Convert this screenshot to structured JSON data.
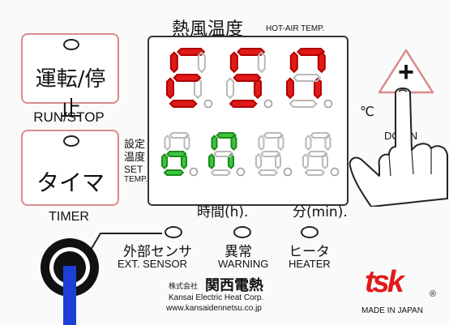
{
  "header": {
    "title_jp": "熱風温度",
    "title_en": "HOT-AIR TEMP."
  },
  "run_stop": {
    "label_jp": "運転/停止",
    "label_en": "RUN/STOP"
  },
  "timer": {
    "label_jp": "タイマ",
    "label_en": "TIMER"
  },
  "set_temp": {
    "label_jp_1": "設定",
    "label_jp_2": "温度",
    "label_en_1": "SET",
    "label_en_2": "TEMP."
  },
  "display": {
    "top_digits": [
      "E",
      "5",
      "n"
    ],
    "bottom_digits": [
      "o",
      "n",
      "",
      ""
    ],
    "unit": "℃",
    "time_label": "時間(h).",
    "minute_label": "分(min)."
  },
  "indicators": {
    "ext_sensor_jp": "外部センサ",
    "ext_sensor_en": "EXT. SENSOR",
    "warning_jp": "異常",
    "warning_en": "WARNING",
    "heater_jp": "ヒータ",
    "heater_en": "HEATER"
  },
  "buttons": {
    "plus": "+",
    "down_label": "DOWN"
  },
  "brand": {
    "company_prefix": "株式会社",
    "company_jp": "関西電熱",
    "company_en": "Kansai Electric Heat Corp.",
    "website": "www.kansaidennetsu.co.jp",
    "made_in": "MADE IN JAPAN",
    "logo_text": "tsk",
    "registered": "®"
  },
  "colors": {
    "accent_red": "#e01a1a",
    "segment_green": "#3ec63e",
    "frame_pink": "#d98a8a",
    "cable_blue": "#1d3fd6"
  }
}
